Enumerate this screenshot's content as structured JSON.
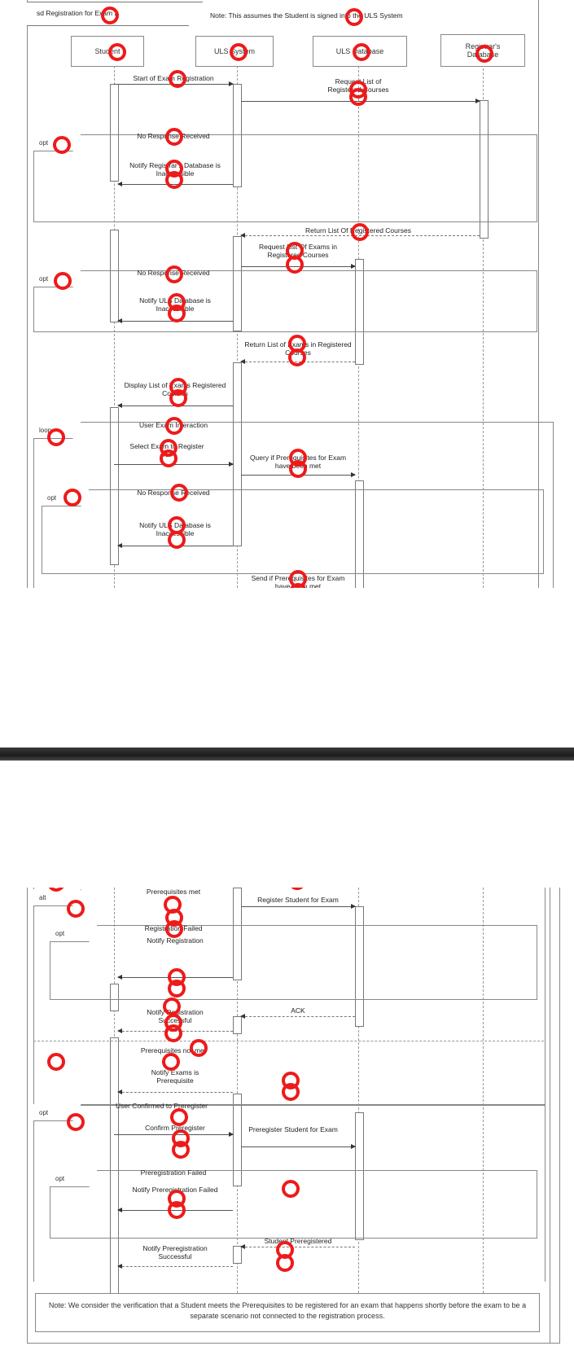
{
  "diagram": {
    "title": "sd Registration for Exam 2",
    "top_note": "Note: This assumes the Student is signed into the ULS System",
    "lifelines": [
      "Student",
      "ULS System",
      "ULS Database",
      "Registrar's Database"
    ],
    "panel1": {
      "msgs": [
        "Start of Exam Registration",
        "Request List of Registered Courses",
        "No Response Received",
        "Notify Registrar's Database is Inaccessible",
        "Return List Of Registered Courses",
        "Request List Of Exams in Registered Courses",
        "No Response Received",
        "Notify ULS Database is Inaccessible",
        "Return List of Exams in Registered Courses",
        "Display List of Exams Registered Courses",
        "User Exam Interaction",
        "Select Exam to Register for",
        "Query if Prerequisites for Exam have been met",
        "No Response Received",
        "Notify ULS Database is Inaccessible",
        "Send if Prerequisites for Exam have been met"
      ],
      "frag_tags": [
        "opt",
        "opt",
        "loop",
        "opt"
      ]
    },
    "panel2": {
      "msgs": [
        "Prerequisites met",
        "Register Student for Exam",
        "Registration Failed",
        "Notify Registration",
        "ACK",
        "Notify Registration Successful",
        "Prerequisites not met",
        "Notify Exams is Prerequisite",
        "User Confirmed to Preregister",
        "Confirm Preregister",
        "Preregister Student for Exam",
        "Preregistration Failed",
        "Notify Preregistration Failed",
        "Student Preregistered",
        "Notify Preregistration Successful"
      ],
      "frag_tags": [
        "alt",
        "opt",
        "opt",
        "opt"
      ],
      "bottom_note": "Note: We consider the verification that a Student meets the Prerequisites to be registered for an exam that happens shortly before the exam to be a separate scenario not connected to the registration process."
    },
    "colors": {
      "marker": "#ee1a1a",
      "line": "#777777",
      "band": "#2a2a2a"
    }
  }
}
